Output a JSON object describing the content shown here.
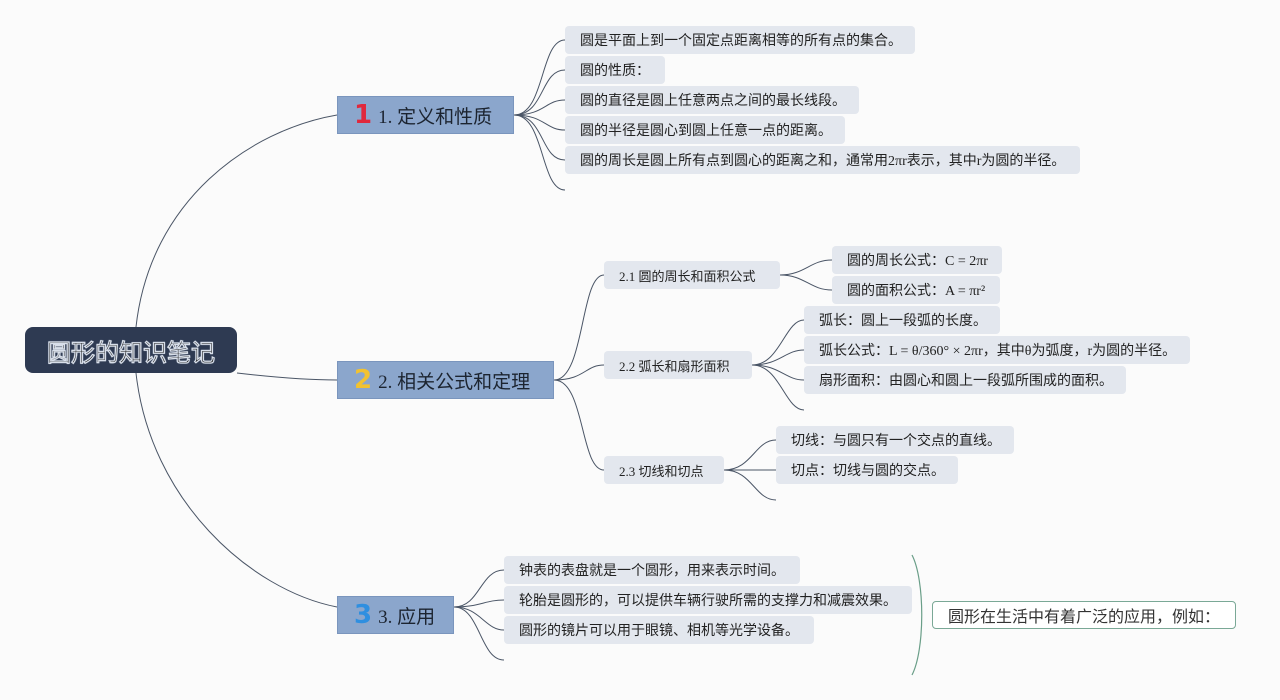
{
  "root": {
    "label": "圆形的知识笔记"
  },
  "branches": [
    {
      "number": "1",
      "number_color": "#e0283c",
      "label": "1. 定义和性质",
      "items": [
        "圆是平面上到一个固定点距离相等的所有点的集合。",
        "圆的性质：",
        "圆的直径是圆上任意两点之间的最长线段。",
        "圆的半径是圆心到圆上任意一点的距离。",
        "圆的周长是圆上所有点到圆心的距离之和，通常用2πr表示，其中r为圆的半径。"
      ]
    },
    {
      "number": "2",
      "number_color": "#f2c230",
      "label": "2. 相关公式和定理",
      "subtopics": [
        {
          "label": "2.1 圆的周长和面积公式",
          "items": [
            "圆的周长公式：C = 2πr",
            "圆的面积公式：A = πr²"
          ]
        },
        {
          "label": "2.2 弧长和扇形面积",
          "items": [
            "弧长：圆上一段弧的长度。",
            "弧长公式：L = θ/360° × 2πr，其中θ为弧度，r为圆的半径。",
            "扇形面积：由圆心和圆上一段弧所围成的面积。"
          ]
        },
        {
          "label": "2.3 切线和切点",
          "items": [
            "切线：与圆只有一个交点的直线。",
            "切点：切线与圆的交点。"
          ]
        }
      ]
    },
    {
      "number": "3",
      "number_color": "#2f8fe0",
      "label": "3. 应用",
      "items": [
        "钟表的表盘就是一个圆形，用来表示时间。",
        "轮胎是圆形的，可以提供车辆行驶所需的支撑力和减震效果。",
        "圆形的镜片可以用于眼镜、相机等光学设备。"
      ],
      "summary": "圆形在生活中有着广泛的应用，例如："
    }
  ],
  "colors": {
    "root_bg": "#2e3a52",
    "branch_bg": "#8ba6cc",
    "leaf_bg": "#e3e7ee",
    "line": "#4a5566",
    "summary_border": "#7aa896"
  }
}
